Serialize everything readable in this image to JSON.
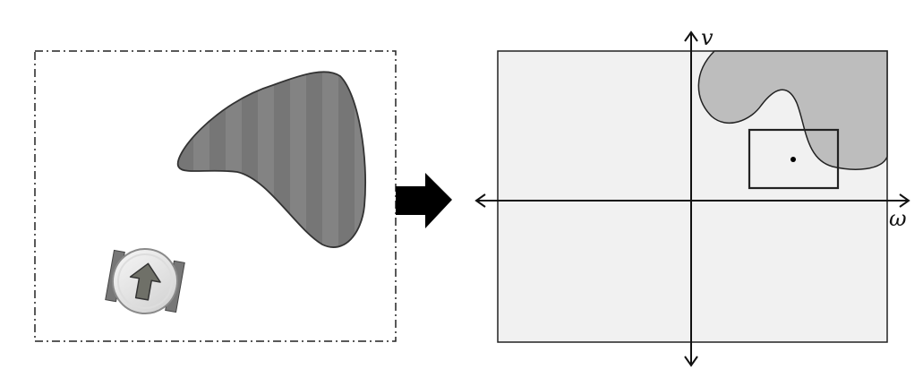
{
  "left_panel": {
    "boundary_style": "dash-dot",
    "obstacle_color": "#7a7a7a",
    "robot": {
      "icon": "up-arrow-icon"
    }
  },
  "transition_arrow": {
    "icon": "right-arrow-icon",
    "color": "#000000"
  },
  "right_panel": {
    "background": "#f1f1f1",
    "region_color": "#bdbdbd",
    "axes": {
      "x_label": "ω",
      "y_label": "v"
    }
  }
}
